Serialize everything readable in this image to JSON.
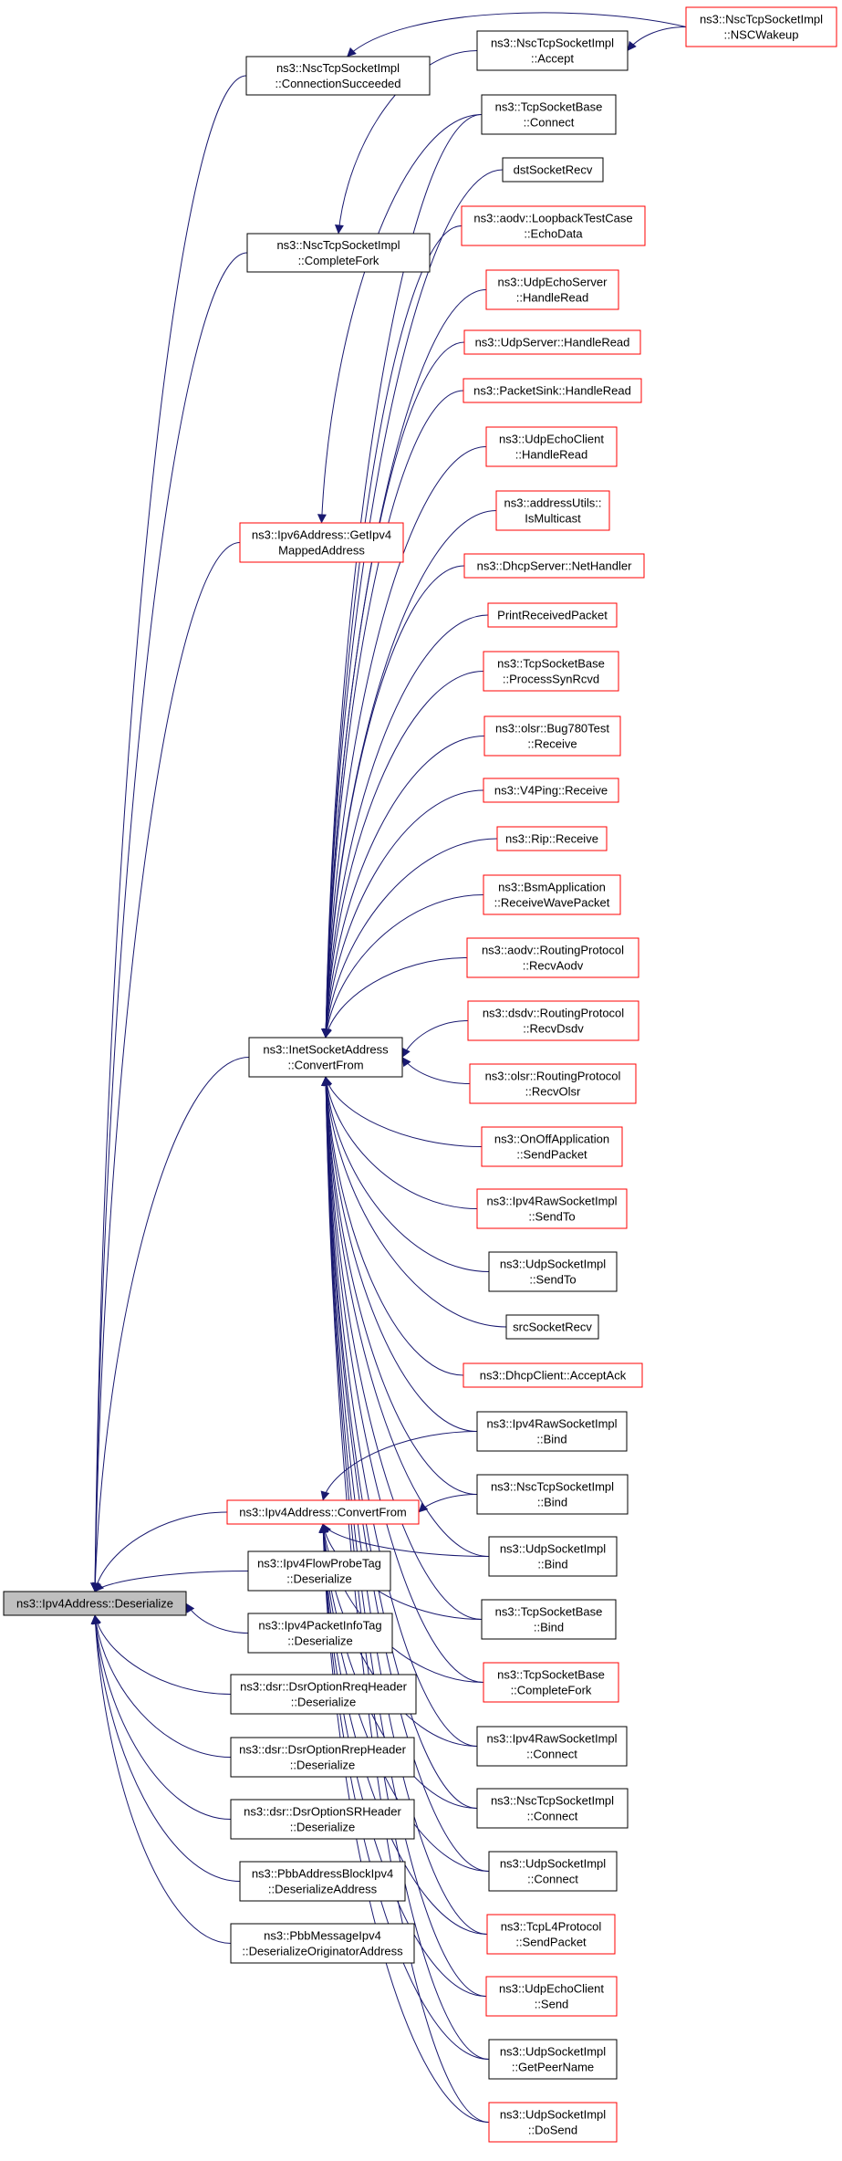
{
  "colors": {
    "edge": "#191970",
    "border_default": "#000000",
    "border_highlight": "#ff0000",
    "root_fill": "#bfbfbf",
    "node_fill": "#ffffff"
  },
  "nodes": [
    {
      "id": "root",
      "lines": [
        "ns3::Ipv4Address::Deserialize"
      ],
      "border": "black",
      "root": true
    },
    {
      "id": "csucc",
      "lines": [
        "ns3::NscTcpSocketImpl",
        "::ConnectionSucceeded"
      ],
      "border": "black"
    },
    {
      "id": "cfork",
      "lines": [
        "ns3::NscTcpSocketImpl",
        "::CompleteFork"
      ],
      "border": "black"
    },
    {
      "id": "i6get",
      "lines": [
        "ns3::Ipv6Address::GetIpv4",
        "MappedAddress"
      ],
      "border": "red"
    },
    {
      "id": "inetcf",
      "lines": [
        "ns3::InetSocketAddress",
        "::ConvertFrom"
      ],
      "border": "black"
    },
    {
      "id": "i4cf",
      "lines": [
        "ns3::Ipv4Address::ConvertFrom"
      ],
      "border": "red"
    },
    {
      "id": "flowtag",
      "lines": [
        "ns3::Ipv4FlowProbeTag",
        "::Deserialize"
      ],
      "border": "black"
    },
    {
      "id": "pitag",
      "lines": [
        "ns3::Ipv4PacketInfoTag",
        "::Deserialize"
      ],
      "border": "black"
    },
    {
      "id": "rreq",
      "lines": [
        "ns3::dsr::DsrOptionRreqHeader",
        "::Deserialize"
      ],
      "border": "black"
    },
    {
      "id": "rrep",
      "lines": [
        "ns3::dsr::DsrOptionRrepHeader",
        "::Deserialize"
      ],
      "border": "black"
    },
    {
      "id": "sr",
      "lines": [
        "ns3::dsr::DsrOptionSRHeader",
        "::Deserialize"
      ],
      "border": "black"
    },
    {
      "id": "pbbaddr",
      "lines": [
        "ns3::PbbAddressBlockIpv4",
        "::DeserializeAddress"
      ],
      "border": "black"
    },
    {
      "id": "pbbmsg",
      "lines": [
        "ns3::PbbMessageIpv4",
        "::DeserializeOriginatorAddress"
      ],
      "border": "black"
    },
    {
      "id": "accept",
      "lines": [
        "ns3::NscTcpSocketImpl",
        "::Accept"
      ],
      "border": "black"
    },
    {
      "id": "nscwake",
      "lines": [
        "ns3::NscTcpSocketImpl",
        "::NSCWakeup"
      ],
      "border": "red"
    },
    {
      "id": "tcpconn",
      "lines": [
        "ns3::TcpSocketBase",
        "::Connect"
      ],
      "border": "black"
    },
    {
      "id": "dstrecv",
      "lines": [
        "dstSocketRecv"
      ],
      "border": "black"
    },
    {
      "id": "aodvecho",
      "lines": [
        "ns3::aodv::LoopbackTestCase",
        "::EchoData"
      ],
      "border": "red"
    },
    {
      "id": "uesrv",
      "lines": [
        "ns3::UdpEchoServer",
        "::HandleRead"
      ],
      "border": "red"
    },
    {
      "id": "usrv",
      "lines": [
        "ns3::UdpServer::HandleRead"
      ],
      "border": "red"
    },
    {
      "id": "psink",
      "lines": [
        "ns3::PacketSink::HandleRead"
      ],
      "border": "red"
    },
    {
      "id": "uecli",
      "lines": [
        "ns3::UdpEchoClient",
        "::HandleRead"
      ],
      "border": "red"
    },
    {
      "id": "autil",
      "lines": [
        "ns3::addressUtils::",
        "IsMulticast"
      ],
      "border": "red"
    },
    {
      "id": "dhcpsrv",
      "lines": [
        "ns3::DhcpServer::NetHandler"
      ],
      "border": "red"
    },
    {
      "id": "prp",
      "lines": [
        "PrintReceivedPacket"
      ],
      "border": "red"
    },
    {
      "id": "psyn",
      "lines": [
        "ns3::TcpSocketBase",
        "::ProcessSynRcvd"
      ],
      "border": "red"
    },
    {
      "id": "bug780",
      "lines": [
        "ns3::olsr::Bug780Test",
        "::Receive"
      ],
      "border": "red"
    },
    {
      "id": "v4ping",
      "lines": [
        "ns3::V4Ping::Receive"
      ],
      "border": "red"
    },
    {
      "id": "rip",
      "lines": [
        "ns3::Rip::Receive"
      ],
      "border": "red"
    },
    {
      "id": "bsm",
      "lines": [
        "ns3::BsmApplication",
        "::ReceiveWavePacket"
      ],
      "border": "red"
    },
    {
      "id": "raodv",
      "lines": [
        "ns3::aodv::RoutingProtocol",
        "::RecvAodv"
      ],
      "border": "red"
    },
    {
      "id": "rdsdv",
      "lines": [
        "ns3::dsdv::RoutingProtocol",
        "::RecvDsdv"
      ],
      "border": "red"
    },
    {
      "id": "rolsr",
      "lines": [
        "ns3::olsr::RoutingProtocol",
        "::RecvOlsr"
      ],
      "border": "red"
    },
    {
      "id": "onoff",
      "lines": [
        "ns3::OnOffApplication",
        "::SendPacket"
      ],
      "border": "red"
    },
    {
      "id": "i4rawsend",
      "lines": [
        "ns3::Ipv4RawSocketImpl",
        "::SendTo"
      ],
      "border": "red"
    },
    {
      "id": "udpsendto",
      "lines": [
        "ns3::UdpSocketImpl",
        "::SendTo"
      ],
      "border": "black"
    },
    {
      "id": "srcrecv",
      "lines": [
        "srcSocketRecv"
      ],
      "border": "black"
    },
    {
      "id": "dhcpack",
      "lines": [
        "ns3::DhcpClient::AcceptAck"
      ],
      "border": "red"
    },
    {
      "id": "i4rawbind",
      "lines": [
        "ns3::Ipv4RawSocketImpl",
        "::Bind"
      ],
      "border": "black"
    },
    {
      "id": "nscbind",
      "lines": [
        "ns3::NscTcpSocketImpl",
        "::Bind"
      ],
      "border": "black"
    },
    {
      "id": "udpbind",
      "lines": [
        "ns3::UdpSocketImpl",
        "::Bind"
      ],
      "border": "black"
    },
    {
      "id": "tcpbind",
      "lines": [
        "ns3::TcpSocketBase",
        "::Bind"
      ],
      "border": "black"
    },
    {
      "id": "tcpcfork",
      "lines": [
        "ns3::TcpSocketBase",
        "::CompleteFork"
      ],
      "border": "red"
    },
    {
      "id": "i4rawconn",
      "lines": [
        "ns3::Ipv4RawSocketImpl",
        "::Connect"
      ],
      "border": "black"
    },
    {
      "id": "nscconn",
      "lines": [
        "ns3::NscTcpSocketImpl",
        "::Connect"
      ],
      "border": "black"
    },
    {
      "id": "udpconn",
      "lines": [
        "ns3::UdpSocketImpl",
        "::Connect"
      ],
      "border": "black"
    },
    {
      "id": "l4send",
      "lines": [
        "ns3::TcpL4Protocol",
        "::SendPacket"
      ],
      "border": "red"
    },
    {
      "id": "uesend",
      "lines": [
        "ns3::UdpEchoClient",
        "::Send"
      ],
      "border": "red"
    },
    {
      "id": "udppeer",
      "lines": [
        "ns3::UdpSocketImpl",
        "::GetPeerName"
      ],
      "border": "black"
    },
    {
      "id": "udpdosend",
      "lines": [
        "ns3::UdpSocketImpl",
        "::DoSend"
      ],
      "border": "red"
    }
  ],
  "edges": [
    [
      "csucc",
      "root"
    ],
    [
      "cfork",
      "root"
    ],
    [
      "i6get",
      "root"
    ],
    [
      "inetcf",
      "root"
    ],
    [
      "i4cf",
      "root"
    ],
    [
      "flowtag",
      "root"
    ],
    [
      "pitag",
      "root"
    ],
    [
      "rreq",
      "root"
    ],
    [
      "rrep",
      "root"
    ],
    [
      "sr",
      "root"
    ],
    [
      "pbbaddr",
      "root"
    ],
    [
      "pbbmsg",
      "root"
    ],
    [
      "nscwake",
      "csucc"
    ],
    [
      "nscwake",
      "accept"
    ],
    [
      "accept",
      "cfork"
    ],
    [
      "tcpconn",
      "i6get"
    ],
    [
      "tcpconn",
      "inetcf"
    ],
    [
      "dstrecv",
      "inetcf"
    ],
    [
      "aodvecho",
      "inetcf"
    ],
    [
      "uesrv",
      "inetcf"
    ],
    [
      "usrv",
      "inetcf"
    ],
    [
      "psink",
      "inetcf"
    ],
    [
      "uecli",
      "inetcf"
    ],
    [
      "autil",
      "inetcf"
    ],
    [
      "dhcpsrv",
      "inetcf"
    ],
    [
      "prp",
      "inetcf"
    ],
    [
      "psyn",
      "inetcf"
    ],
    [
      "bug780",
      "inetcf"
    ],
    [
      "v4ping",
      "inetcf"
    ],
    [
      "rip",
      "inetcf"
    ],
    [
      "bsm",
      "inetcf"
    ],
    [
      "raodv",
      "inetcf"
    ],
    [
      "rdsdv",
      "inetcf"
    ],
    [
      "rolsr",
      "inetcf"
    ],
    [
      "onoff",
      "inetcf"
    ],
    [
      "i4rawsend",
      "inetcf"
    ],
    [
      "udpsendto",
      "inetcf"
    ],
    [
      "srcrecv",
      "inetcf"
    ],
    [
      "dhcpack",
      "inetcf"
    ],
    [
      "i4rawbind",
      "inetcf"
    ],
    [
      "nscbind",
      "inetcf"
    ],
    [
      "udpbind",
      "inetcf"
    ],
    [
      "tcpbind",
      "inetcf"
    ],
    [
      "tcpcfork",
      "inetcf"
    ],
    [
      "i4rawconn",
      "inetcf"
    ],
    [
      "nscconn",
      "inetcf"
    ],
    [
      "udpconn",
      "inetcf"
    ],
    [
      "l4send",
      "inetcf"
    ],
    [
      "uesend",
      "inetcf"
    ],
    [
      "udppeer",
      "inetcf"
    ],
    [
      "udpdosend",
      "inetcf"
    ],
    [
      "i4rawbind",
      "i4cf"
    ],
    [
      "nscbind",
      "i4cf"
    ],
    [
      "udpbind",
      "i4cf"
    ],
    [
      "tcpbind",
      "i4cf"
    ],
    [
      "tcpcfork",
      "i4cf"
    ],
    [
      "i4rawconn",
      "i4cf"
    ],
    [
      "nscconn",
      "i4cf"
    ],
    [
      "udpconn",
      "i4cf"
    ],
    [
      "l4send",
      "i4cf"
    ],
    [
      "uesend",
      "i4cf"
    ],
    [
      "udppeer",
      "i4cf"
    ],
    [
      "udpdosend",
      "i4cf"
    ]
  ]
}
